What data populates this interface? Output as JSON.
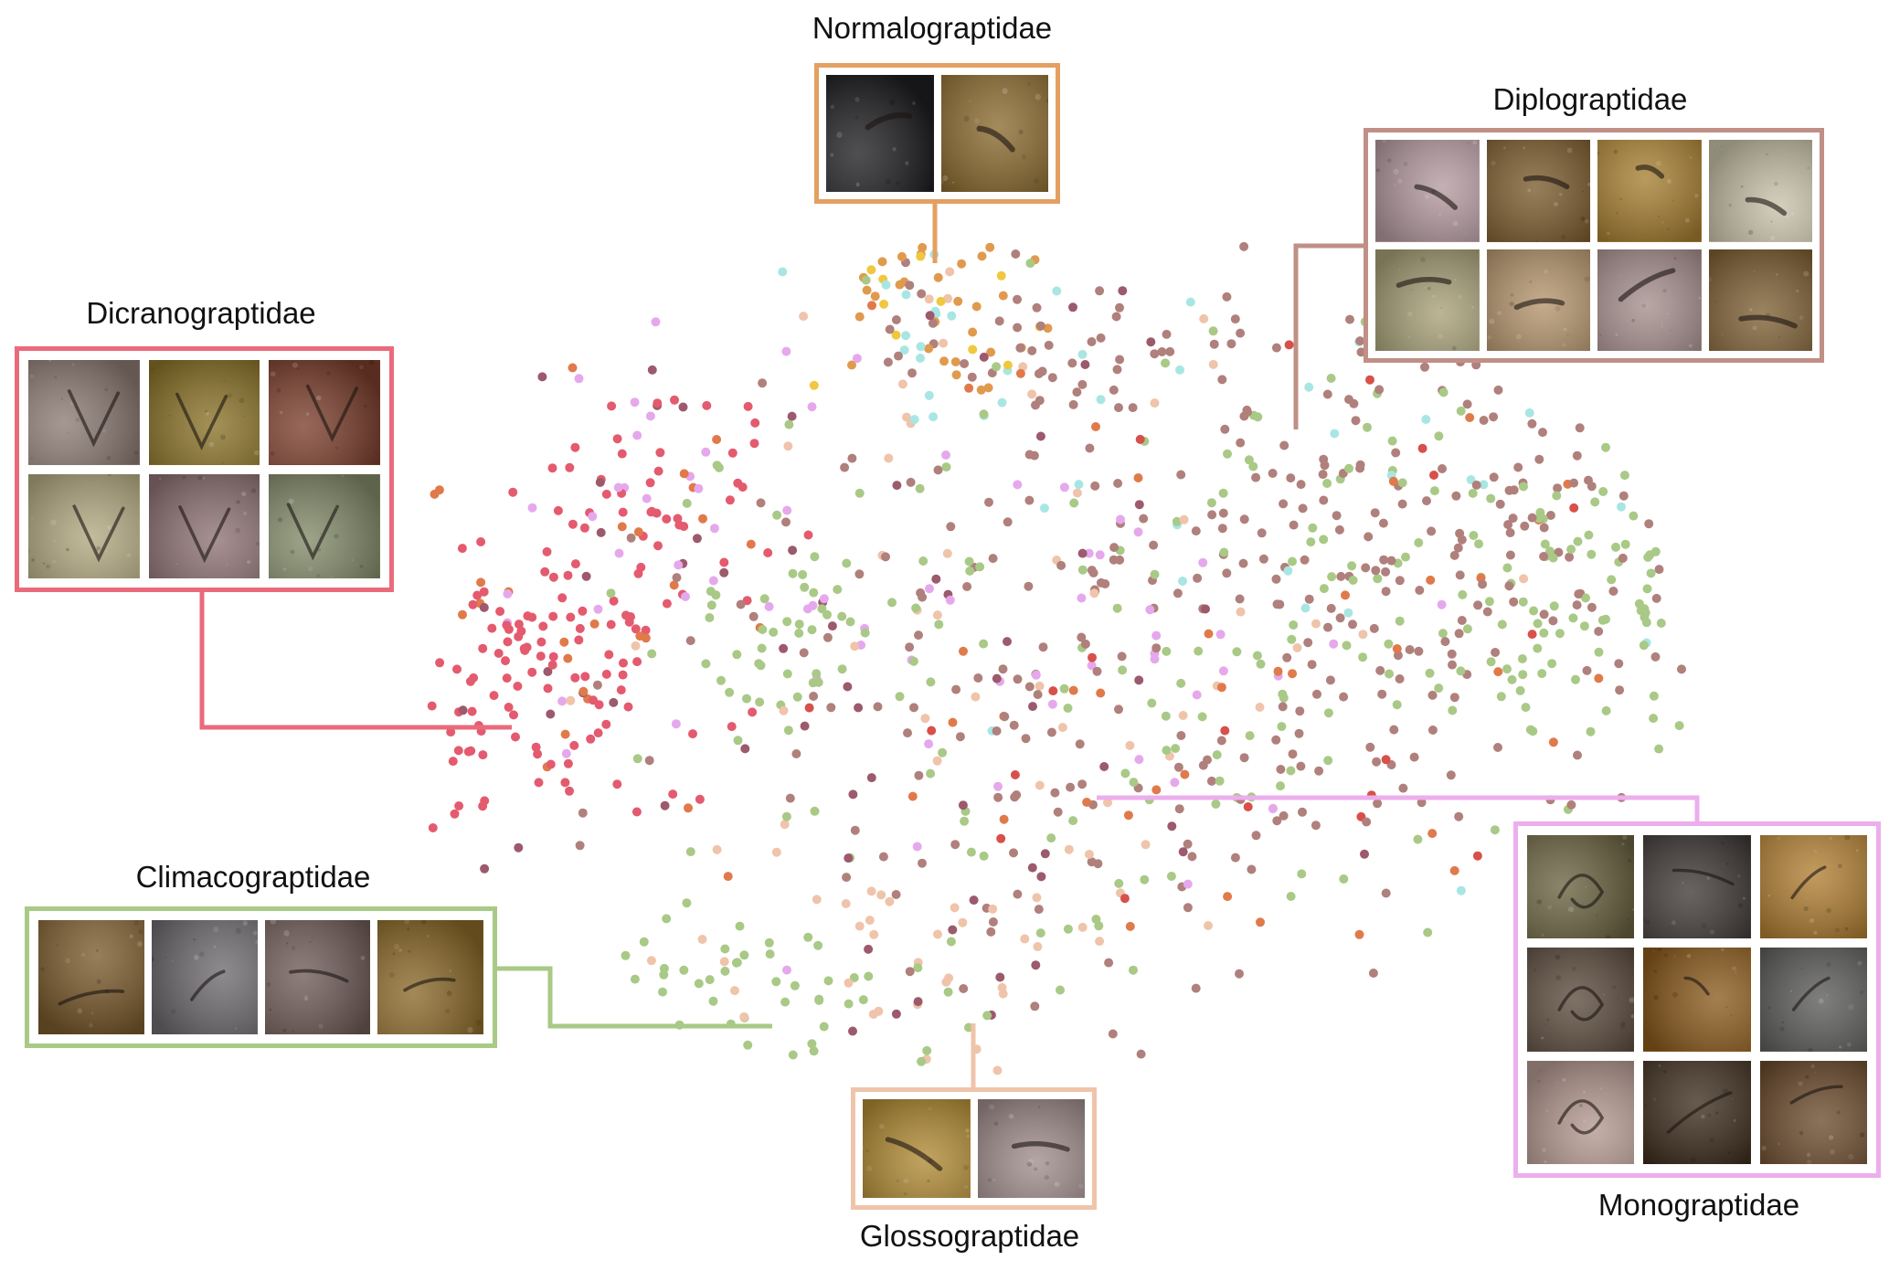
{
  "figure": {
    "families": [
      {
        "key": "normalo",
        "label": "Normalograptidae",
        "color": "#e4a062"
      },
      {
        "key": "diplo",
        "label": "Diplograptidae",
        "color": "#c08f86"
      },
      {
        "key": "dicrano",
        "label": "Dicranograptidae",
        "color": "#ea6a7c"
      },
      {
        "key": "climaco",
        "label": "Climacograptidae",
        "color": "#a9c986"
      },
      {
        "key": "glosso",
        "label": "Glossograptidae",
        "color": "#efc4aa"
      },
      {
        "key": "mono",
        "label": "Monograptidae",
        "color": "#ecaeec"
      }
    ],
    "specimen_tones": {
      "normalo": [
        "#1e1e22",
        "#8a6a2e"
      ],
      "diplo": [
        "#b49aa0",
        "#7a5a2c",
        "#a67e30",
        "#c8c2aa",
        "#a8a078",
        "#b4946c",
        "#a58e8c",
        "#7e6034"
      ],
      "dicrano": [
        "#8c7a72",
        "#8a7228",
        "#7a3e2c",
        "#b2a880",
        "#8e7274",
        "#828a68"
      ],
      "climaco": [
        "#7a5a2c",
        "#6e6a6e",
        "#6e5a56",
        "#8a6828"
      ],
      "glosso": [
        "#b08a34",
        "#a08c8c"
      ],
      "mono": [
        "#6a6240",
        "#3e3836",
        "#b07e32",
        "#5a4a3c",
        "#8a5a1c",
        "#5a5a58",
        "#b49890",
        "#3c2c1c",
        "#6a4a2c"
      ]
    },
    "point_colors": {
      "dicrano": "#e45a6e",
      "diplo": "#b0807c",
      "darkplum": "#9c5a6c",
      "climaco": "#a9c986",
      "mono": "#e6a8ec",
      "glosso": "#efc4aa",
      "normalo": "#e09a4e",
      "cyan": "#a8e6e4",
      "yellow": "#f0c840",
      "orange": "#e07a4a",
      "red": "#d8504a"
    }
  }
}
